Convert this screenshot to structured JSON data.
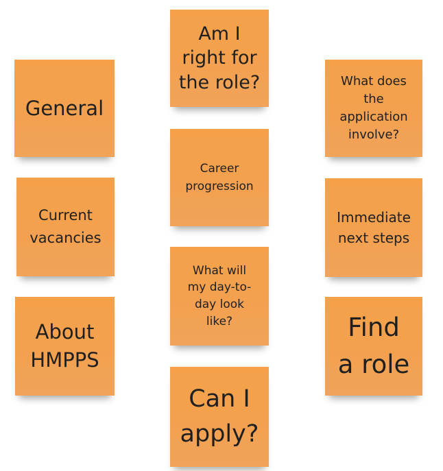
{
  "notes": {
    "general": "General",
    "current_vacancies": "Current\nvacancies",
    "about_hmpps": "About\nHMPPS",
    "am_i_right": "Am I\nright for\nthe role?",
    "career_progression": "Career\nprogression",
    "day_to_day": "What will\nmy day-to-\nday look\nlike?",
    "can_i_apply": "Can I\napply?",
    "application_involve": "What does\nthe\napplication\ninvolve?",
    "immediate_next_steps": "Immediate\nnext steps",
    "find_a_role": "Find\na role"
  },
  "colors": {
    "note": "#f3a150",
    "text": "#1f1f1f",
    "background": "#ffffff"
  }
}
